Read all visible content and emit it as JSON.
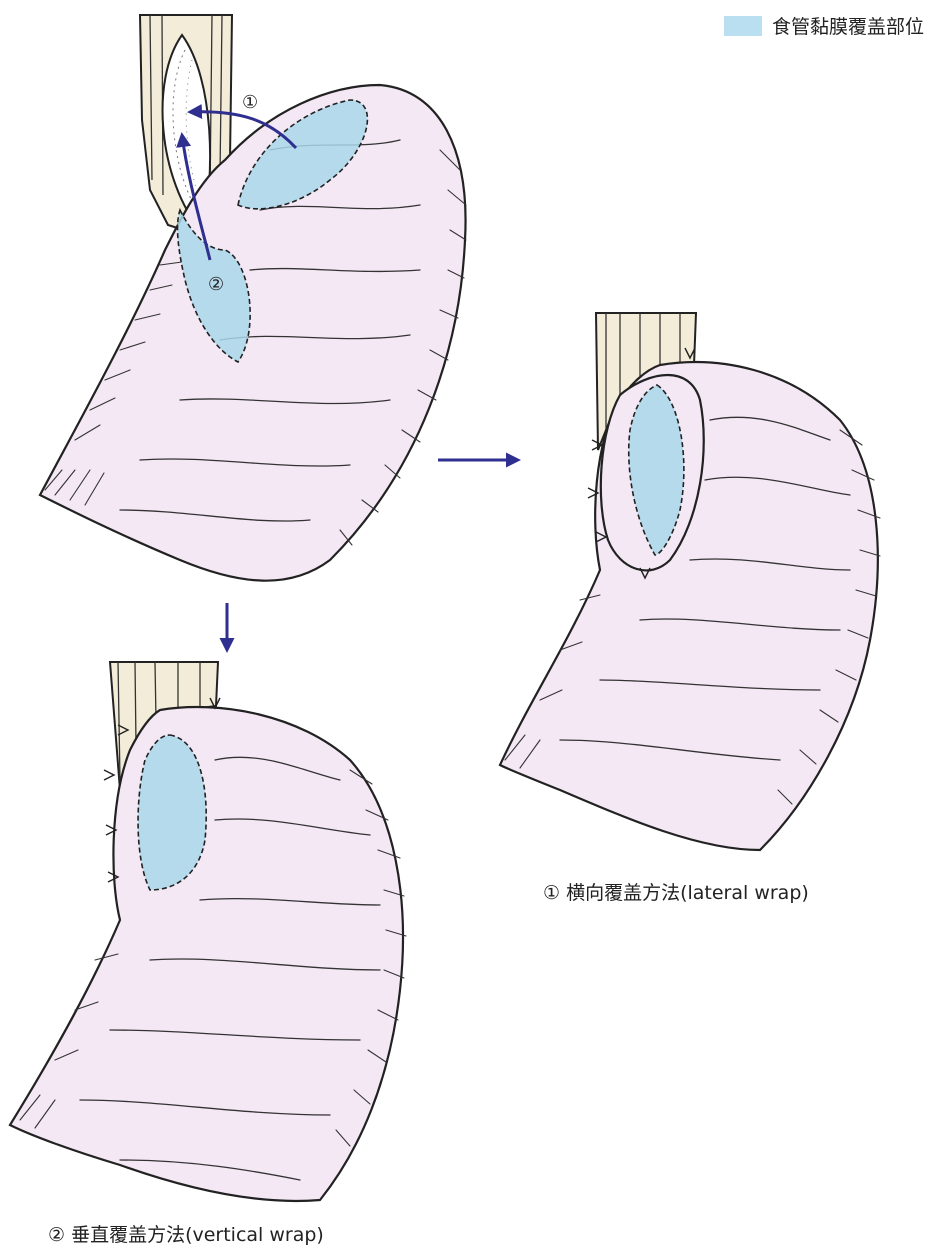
{
  "legend": {
    "label": "食管黏膜覆盖部位",
    "color": "#b9dff0",
    "icon": "mucosa-swatch"
  },
  "markers": {
    "one": "①",
    "two": "②"
  },
  "captions": {
    "lateral": "① 横向覆盖方法(lateral wrap)",
    "vertical": "② 垂直覆盖方法(vertical wrap)"
  },
  "colors": {
    "stomach": "#f4e8f5",
    "mucosa": "#a9d7ea",
    "arrow": "#2e2f8f",
    "esophagus": "#f3ecd8"
  }
}
